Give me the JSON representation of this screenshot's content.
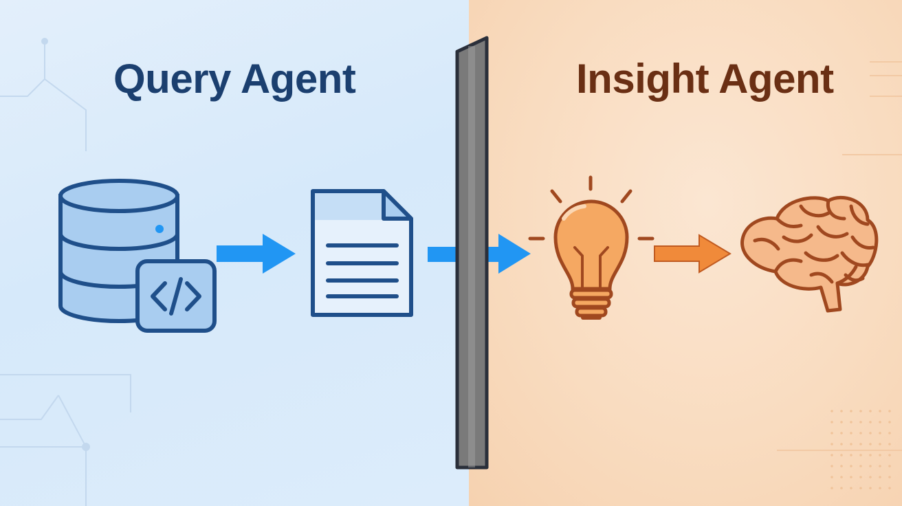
{
  "query_agent": {
    "title": "Query Agent"
  },
  "insight_agent": {
    "title": "Insight Agent"
  },
  "colors": {
    "query_bg": "#dceafa",
    "insight_bg": "#f9dcc0",
    "query_title": "#1b3f6f",
    "insight_title": "#6a2f14",
    "blue_stroke": "#1f4f8a",
    "blue_fill": "#a9cdf0",
    "blue_arrow": "#2196f3",
    "orange_stroke": "#a0481f",
    "orange_fill": "#f5a862",
    "orange_arrow": "#f08a3a",
    "divider": "#7a7a7a"
  },
  "icons": [
    "database-icon",
    "code-icon",
    "document-icon",
    "arrow-right-icon",
    "divider-wall",
    "lightbulb-icon",
    "brain-icon"
  ]
}
